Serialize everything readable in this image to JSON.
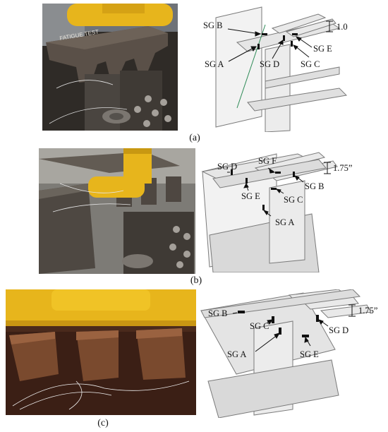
{
  "panels": [
    {
      "caption": "(a)",
      "photo_text": "FATIGUE TEST",
      "dimension": "1.0",
      "gauges": [
        "SG B",
        "SG A",
        "SG D",
        "SG E",
        "SG C"
      ]
    },
    {
      "caption": "(b)",
      "dimension": "1.75”",
      "gauges": [
        "SG D",
        "SG F",
        "SG E",
        "SG C",
        "SG B",
        "SG A"
      ]
    },
    {
      "caption": "(c)",
      "dimension": "1.75”",
      "gauges": [
        "SG B",
        "SG C",
        "SG A",
        "SG D",
        "SG E"
      ]
    }
  ],
  "colors": {
    "actuator_yellow": "#e7b51c",
    "steel_dark": "#3b3733",
    "rust": "#7a4a2e",
    "diagram_fill": "#e9e9e9",
    "diagram_line": "#7a7a7a"
  }
}
